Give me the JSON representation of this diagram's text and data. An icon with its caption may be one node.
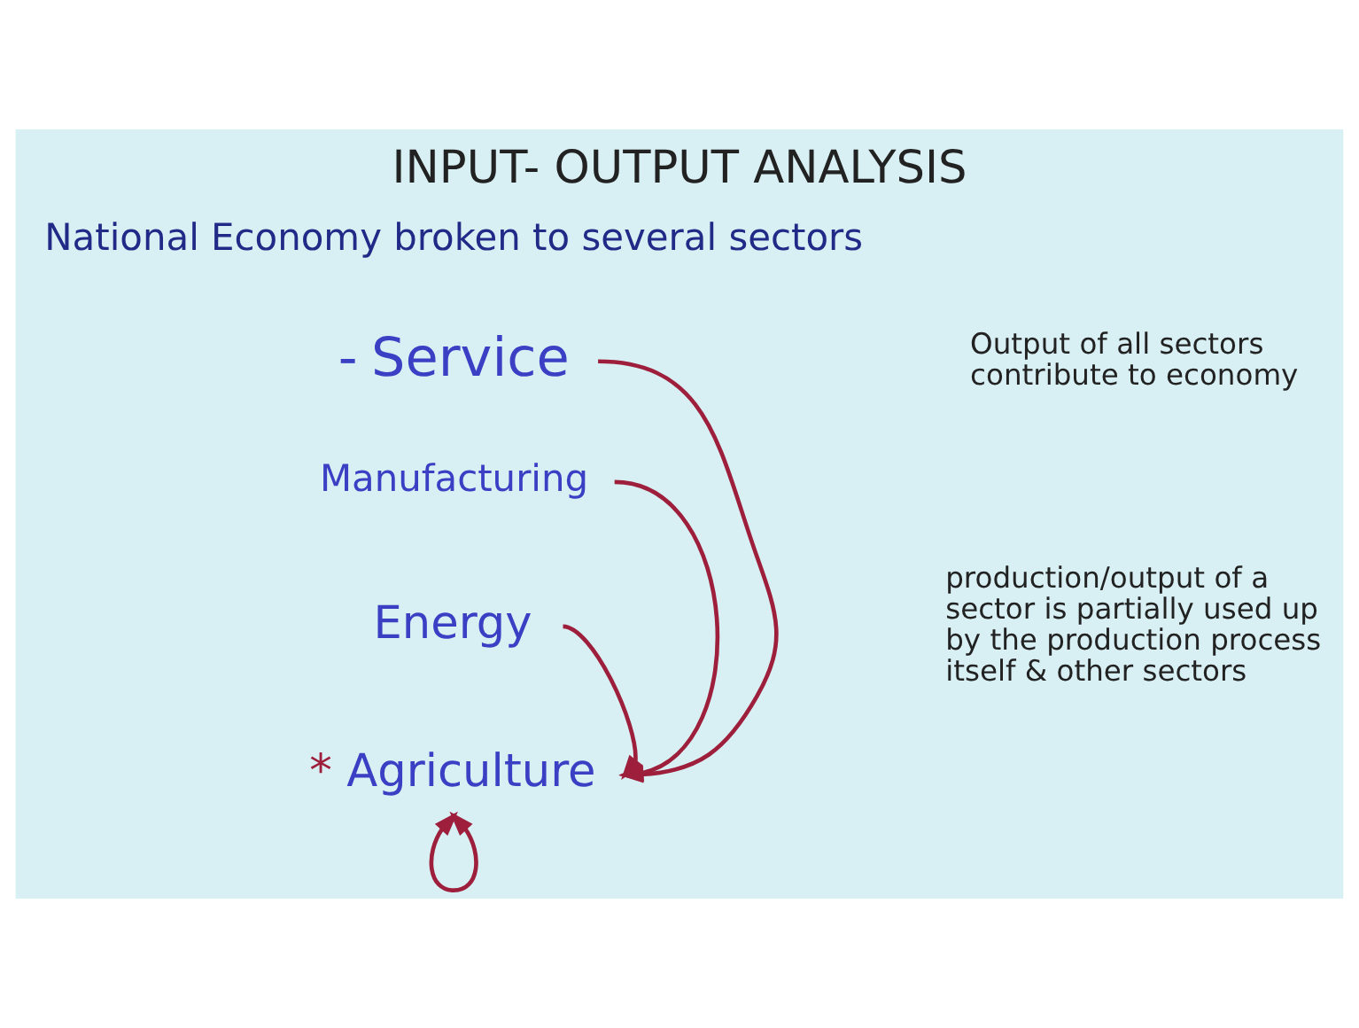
{
  "diagram": {
    "title": "INPUT- OUTPUT ANALYSIS",
    "nodes": [
      {
        "text": [
          "Service"
        ],
        "beside": [
          "-"
        ]
      },
      {
        "text": [
          "Manufacturing"
        ]
      },
      {
        "text": [
          "Energy"
        ]
      },
      {
        "text": [
          "Agriculture"
        ],
        "beside": [
          "*"
        ]
      }
    ],
    "edges": [
      {
        "from": 0,
        "to": 3,
        "arrow": "to"
      },
      {
        "from": 1,
        "to": 3,
        "arrow": "to"
      },
      {
        "from": 2,
        "to": 3,
        "arrow": "to"
      },
      {
        "from": 3,
        "to": 3,
        "arrow": "both"
      }
    ],
    "labels": [
      "National Economy broken to several sectors",
      "Output of all sectors contribute to economy",
      "production/output of a sector is partially used up by the production process itself & other sectors"
    ]
  }
}
